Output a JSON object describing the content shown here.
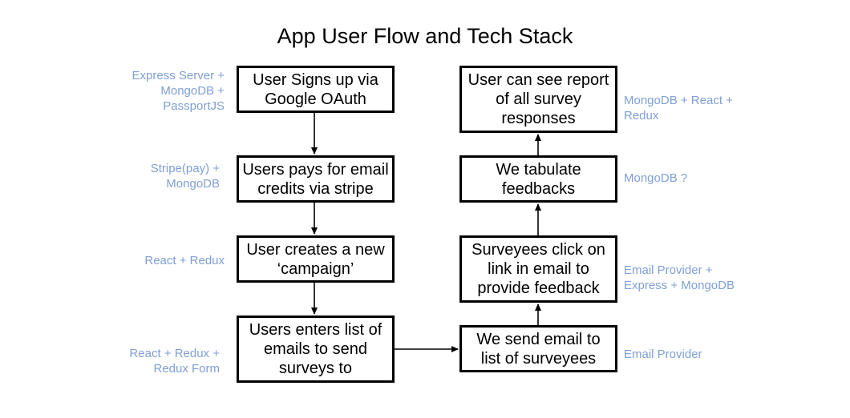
{
  "title": "App User Flow and Tech Stack",
  "colors": {
    "box_border": "#000000",
    "annotation_text": "#7f9fd6",
    "arrow": "#000000"
  },
  "steps": {
    "signup": "User Signs up via\nGoogle OAuth",
    "pay": "Users pays for email\ncredits via stripe",
    "campaign": "User creates a new\n‘campaign’",
    "enter_list": "Users enters list of\nemails to send\nsurveys to",
    "send_email": "We send email to\nlist of surveyees",
    "click_link": "Surveyees click on\nlink in email to\nprovide feedback",
    "tabulate": "We tabulate\nfeedbacks",
    "report": "User can see report\nof all survey\nresponses"
  },
  "tech": {
    "signup": "Express Server +\nMongoDB +\nPassportJS",
    "pay": "Stripe(pay) +\nMongoDB",
    "campaign": "React + Redux",
    "enter_list": "React + Redux +\nRedux Form",
    "send_email": "Email Provider",
    "click_link": "Email Provider +\nExpress + MongoDB",
    "tabulate": "MongoDB ?",
    "report": "MongoDB + React +\nRedux"
  }
}
